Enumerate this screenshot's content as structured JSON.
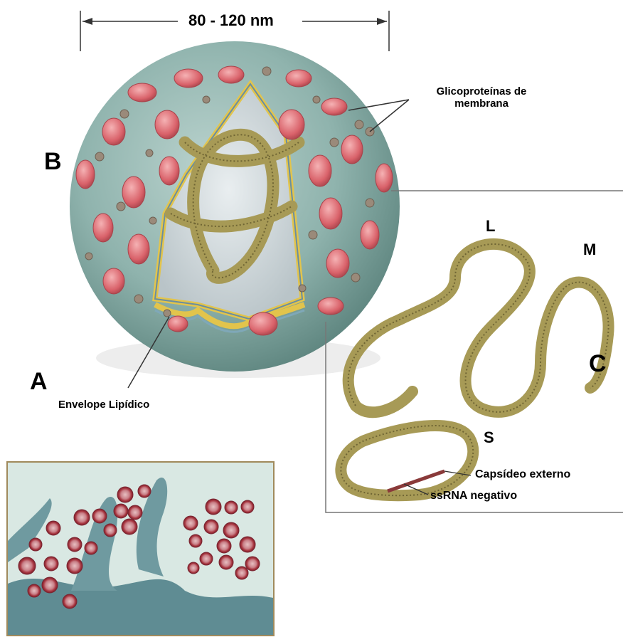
{
  "labels": {
    "size": "80 - 120 nm",
    "glycoproteins_line1": "Glicoproteínas de",
    "glycoproteins_line2": "membrana",
    "label_B": "B",
    "label_A": "A",
    "label_C": "C",
    "envelope": "Envelope Lipídico",
    "segment_L": "L",
    "segment_M": "M",
    "segment_S": "S",
    "capsid": "Capsídeo externo",
    "ssrna": "ssRNA negativo"
  },
  "colors": {
    "virion_body": "#8fb3ad",
    "glycoprotein": "#d9626a",
    "glycoprotein_small": "#9a8a7a",
    "envelope_yellow": "#e2c44c",
    "nucleocapsid": "#a79a56",
    "nucleocapsid_dark": "#6f6534",
    "micrograph_bg": "#d9e8e3",
    "micrograph_cell": "#5f8c93",
    "micrograph_particle": "#a8353f"
  }
}
